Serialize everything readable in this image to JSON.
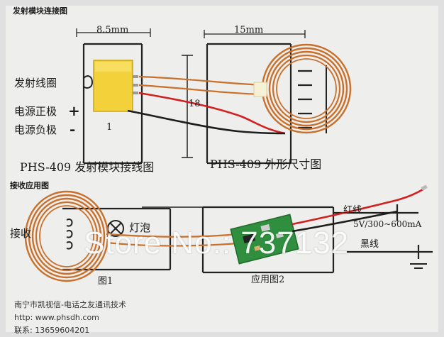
{
  "photo": {
    "header_top": "发射模块连接图",
    "dim_width_module": "8.5mm",
    "dim_width_coil": "15mm",
    "dim_height": "18",
    "coil_label": "发射线圈",
    "pos_label": "电源正极",
    "neg_label": "电源负极",
    "plus_sign": "+",
    "minus_sign": "-",
    "pin_number": "1",
    "caption_module": "PHS-409 发射模块接线图",
    "caption_dimensions": "PHS-409 外形尺寸图",
    "receiver_header": "接收应用图",
    "receiver_coil_label": "接收",
    "lamp_label": "灯泡",
    "red_wire_label": "红线",
    "spec_label": "5V/300~600mA",
    "black_wire_label": "黑线",
    "caption_app1": "图1",
    "caption_app2": "应用图2",
    "footer_company": "南宁市凯视信-电话之友通讯技术",
    "footer_web": "http: www.phsdh.com",
    "footer_phone": "联系: 13659604201",
    "watermark": "Store No.: 737132",
    "colors": {
      "paper": "#ececec",
      "copper": "#c8702c",
      "module_yellow": "#f3d23c",
      "pcb_green": "#2f8f3e",
      "wire_red": "#d21f1f",
      "wire_black": "#1d1d1d"
    }
  }
}
